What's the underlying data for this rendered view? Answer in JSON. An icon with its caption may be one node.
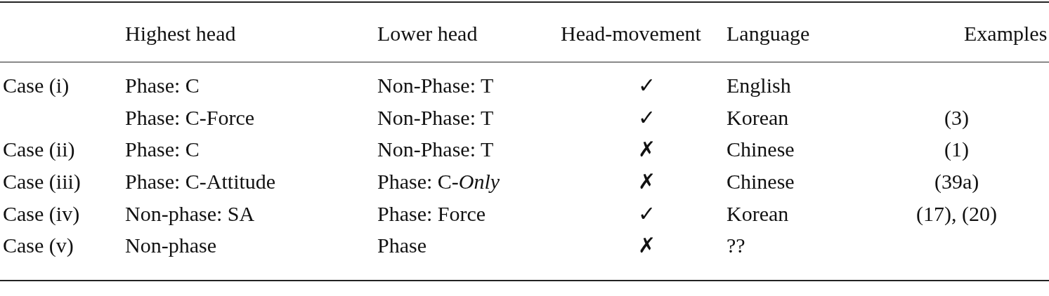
{
  "diagram": {
    "labels": [
      "Highest head",
      "Lower head",
      "Head-movement",
      "Language",
      "Examples",
      "Case (i)",
      "Phase: C",
      "Non-Phase: T",
      "✓",
      "English",
      "Phase: C-Force",
      "Non-Phase: T",
      "✓",
      "Korean",
      "(3)",
      "Case (ii)",
      "Phase: C",
      "Non-Phase: T",
      "✗",
      "Chinese",
      "(1)",
      "Case (iii)",
      "Phase: C-Attitude",
      "Phase: C-*Only*",
      "✗",
      "Chinese",
      "(39a)",
      "Case (iv)",
      "Non-phase: SA",
      "Phase: Force",
      "✓",
      "Korean",
      "(17), (20)",
      "Case (v)",
      "Non-phase",
      "Phase",
      "✗",
      "??"
    ]
  }
}
